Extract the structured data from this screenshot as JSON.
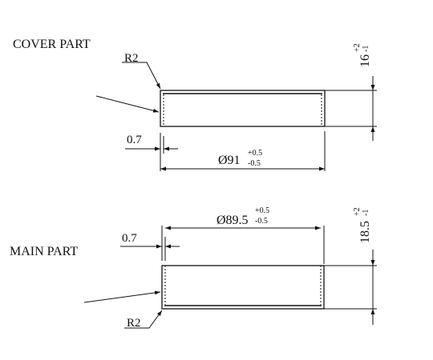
{
  "cover": {
    "title": "COVER PART",
    "radius": "R2",
    "wall": "0.7",
    "diameter": {
      "value": "Ø91",
      "tol_up": "+0.5",
      "tol_down": "-0.5"
    },
    "height": {
      "value": "16",
      "tol_up": "+2",
      "tol_down": "-1"
    }
  },
  "main": {
    "title": "MAIN PART",
    "radius": "R2",
    "wall": "0.7",
    "diameter": {
      "value": "Ø89.5",
      "tol_up": "+0.5",
      "tol_down": "-0.5"
    },
    "height": {
      "value": "18.5",
      "tol_up": "+2",
      "tol_down": "-1"
    }
  },
  "colors": {
    "ink": "#111111",
    "paper": "#ffffff"
  }
}
